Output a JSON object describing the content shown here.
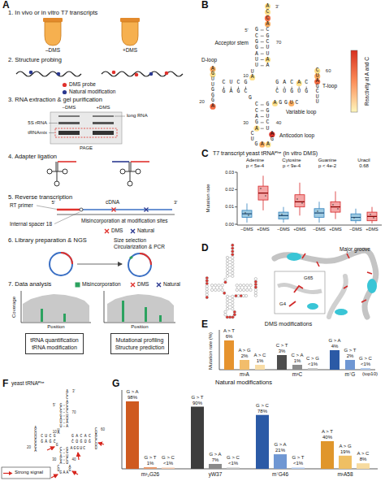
{
  "diagram": {
    "nodes": [
      {
        "text": [
          "tRNA quantification",
          "tRNA modification"
        ]
      },
      {
        "text": [
          "Mutational profiling",
          "Structure prediction"
        ]
      }
    ],
    "labels": [
      "A",
      "1. In vivo or in vitro T7 transcripts",
      "–DMS",
      "+DMS",
      "2. Structure probing",
      "3. RNA extraction & gel purification",
      "–DMS",
      "+DMS",
      "long RNA",
      "5S rRNA",
      "tRNAmix",
      "PAGE",
      "4. Adapter ligation",
      "5. Reverse transcription",
      "cDNA",
      "5'",
      "3'",
      "RT primer",
      "Internal spacer 18",
      "Misincorporation at modification sites",
      "6. Library preparation & NGS",
      "Size selection",
      "Circularization & PCR",
      "7. Data analysis",
      "Coverage",
      "Position",
      "Position",
      "B",
      "GCGGAUU",
      "ACCACGCUUAA",
      "UA",
      "CUCG",
      "AGUUGGGA",
      "GAGC",
      "G",
      "CCAGA",
      "CU",
      "GAA",
      "AG",
      "GGUCU",
      "AGGUC",
      "CUGUG",
      "CUAGCUU",
      "GACAC",
      "5'",
      "3'",
      "10",
      "20",
      "30",
      "40",
      "60",
      "70",
      "Acceptor stem",
      "D-loop",
      "T-loop",
      "Variable loop",
      "Anticodon loop",
      "Reactivity at A and C",
      "C",
      "T7 transcript yeast tRNAᴾʰᵉ (in vitro DMS)",
      "Adenine",
      "p < 5e-4",
      "Cytosine",
      "p < 9e-4",
      "Guanine",
      "p < 4e-2",
      "Uracil",
      "0.68",
      "Mutation rate",
      "0.03",
      "0.02",
      "0.01",
      "0.00",
      "–DMS",
      "+DMS",
      "–DMS",
      "+DMS",
      "–DMS",
      "+DMS",
      "–DMS",
      "+DMS",
      "D",
      "Major groove",
      "G65",
      "G4",
      "E",
      "DMS modifications",
      "Mutation rate (%)",
      "A > T",
      "6%",
      "A > G",
      "2%",
      "A > C",
      "1%",
      "C > T",
      "3%",
      "C > A",
      "1%",
      "C > G",
      "<1%",
      "G > A",
      "4%",
      "G > T",
      "2%",
      "G > C",
      "<1%",
      "m¹A",
      "m³C",
      "m⁷G",
      "(top10)",
      "F",
      "yeast tRNAᴾʰᵉ",
      "GCGGAUU",
      "ACCACGCUUAA",
      "UA",
      "CUCG",
      "AGUUGGGA",
      "GAGC",
      "G",
      "CCAGA",
      "CU",
      "GAA",
      "AG",
      "GGUCU",
      "AGGUC",
      "CUGUG",
      "CUAGCUU",
      "GACAC",
      "5'",
      "3'",
      "10",
      "20",
      "30",
      "40",
      "60",
      "70",
      "G",
      "Natural modifications",
      "G > A",
      "98%",
      "G > T",
      "1%",
      "G > C",
      "<1%",
      "G > T",
      "90%",
      "G > A",
      "7%",
      "G > C",
      "<1%",
      "G > C",
      "78%",
      "G > A",
      "21%",
      "G > T",
      "<1%",
      "A > T",
      "40%",
      "A > G",
      "19%",
      "A > C",
      "8%",
      "m²₂G26",
      "yW37",
      "m⁷G46",
      "m¹A58"
    ],
    "legend": [
      {
        "text": "DMS probe",
        "color": "#e0322d"
      },
      {
        "text": "Natural modification",
        "color": "#2b3990"
      },
      {
        "text": "DMS",
        "color": "#e0322d"
      },
      {
        "text": "Natural",
        "color": "#2b3990"
      },
      {
        "text": "Misincorporation",
        "color": "#2ca25f"
      },
      {
        "text": "DMS",
        "color": "#e0322d"
      },
      {
        "text": "Natural",
        "color": "#2b3990"
      },
      {
        "text": "Strong signal"
      }
    ]
  }
}
